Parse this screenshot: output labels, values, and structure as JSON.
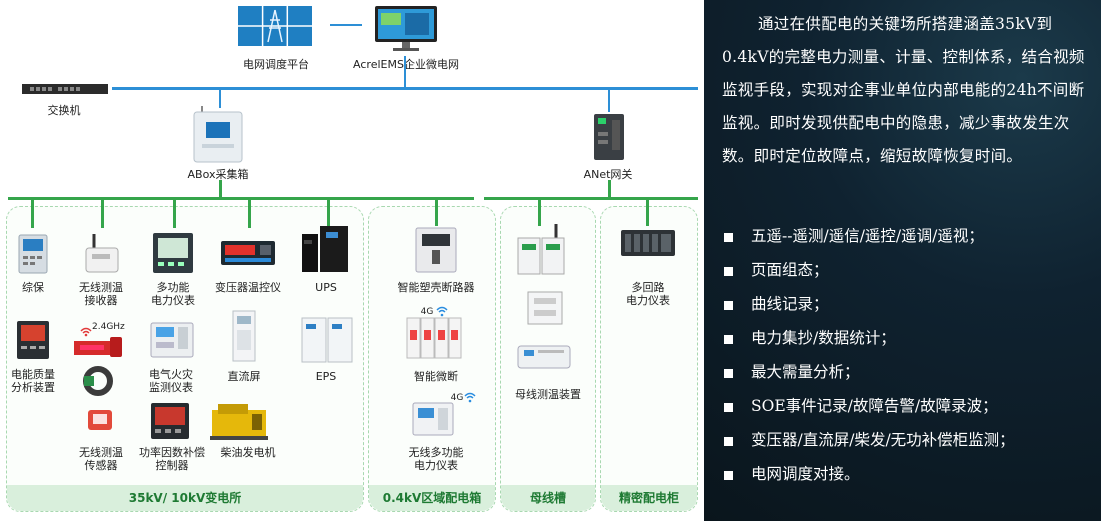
{
  "top": {
    "dispatch_label": "电网调度平台",
    "ems_label": "AcrelEMS企业微电网",
    "switch_label": "交换机",
    "abox_label": "ABox采集箱",
    "anet_label": "ANet网关"
  },
  "zone1": {
    "title": "35kV/ 10kV变电所",
    "devices": {
      "zonghe": "综保",
      "wireless_rx": [
        "无线测温",
        "接收器"
      ],
      "multi_meter": [
        "多功能",
        "电力仪表"
      ],
      "transformer_temp": "变压器温控仪",
      "ups": "UPS",
      "power_quality": [
        "电能质量",
        "分析装置"
      ],
      "freq_24": "2.4GHz",
      "fire_monitor": [
        "电气火灾",
        "监测仪表"
      ],
      "dc_screen": "直流屏",
      "eps": "EPS",
      "wireless_sensor": [
        "无线测温",
        "传感器"
      ],
      "pf_controller": [
        "功率因数补偿",
        "控制器"
      ],
      "diesel_gen": "柴油发电机"
    }
  },
  "zone2": {
    "title": "0.4kV区域配电箱",
    "devices": {
      "mccb": "智能塑壳断路器",
      "tag_4g_1": "4G",
      "micro_breaker": "智能微断",
      "tag_4g_2": "4G",
      "wireless_meter": [
        "无线多功能",
        "电力仪表"
      ]
    }
  },
  "zone3": {
    "title": "母线槽",
    "devices": {
      "busbar_temp": "母线测温装置"
    }
  },
  "zone4": {
    "title": "精密配电柜",
    "devices": {
      "multi_circuit": [
        "多回路",
        "电力仪表"
      ]
    }
  },
  "right": {
    "paragraph": "通过在供配电的关键场所搭建涵盖35kV到0.4kV的完整电力测量、计量、控制体系，结合视频监视手段，实现对企事业单位内部电能的24h不间断监视。即时发现供配电中的隐患，减少事故发生次数。即时定位故障点，缩短故障恢复时间。",
    "bullets": [
      "五遥--遥测/遥信/遥控/遥调/遥视；",
      "页面组态；",
      "曲线记录；",
      "电力集抄/数据统计；",
      "最大需量分析；",
      "SOE事件记录/故障告警/故障录波；",
      "变压器/直流屏/柴发/无功补偿柜监测；",
      "电网调度对接。"
    ]
  },
  "colors": {
    "bus_green": "#35a54b",
    "network_blue": "#2d8fd6",
    "zone_fill": "#d9efdc",
    "right_bg": "#0f2230"
  },
  "icons": [
    "video-wall-icon",
    "monitor-icon",
    "switch-icon",
    "abox-icon",
    "anet-gateway-icon",
    "relay-icon",
    "antenna-receiver-icon",
    "meter-icon",
    "temp-controller-icon",
    "ups-cabinet-icon",
    "analyzer-icon",
    "sensor-ring-icon",
    "dc-cabinet-icon",
    "eps-cabinet-icon",
    "generator-icon",
    "breaker-icon",
    "wifi-icon",
    "busbar-icon"
  ]
}
